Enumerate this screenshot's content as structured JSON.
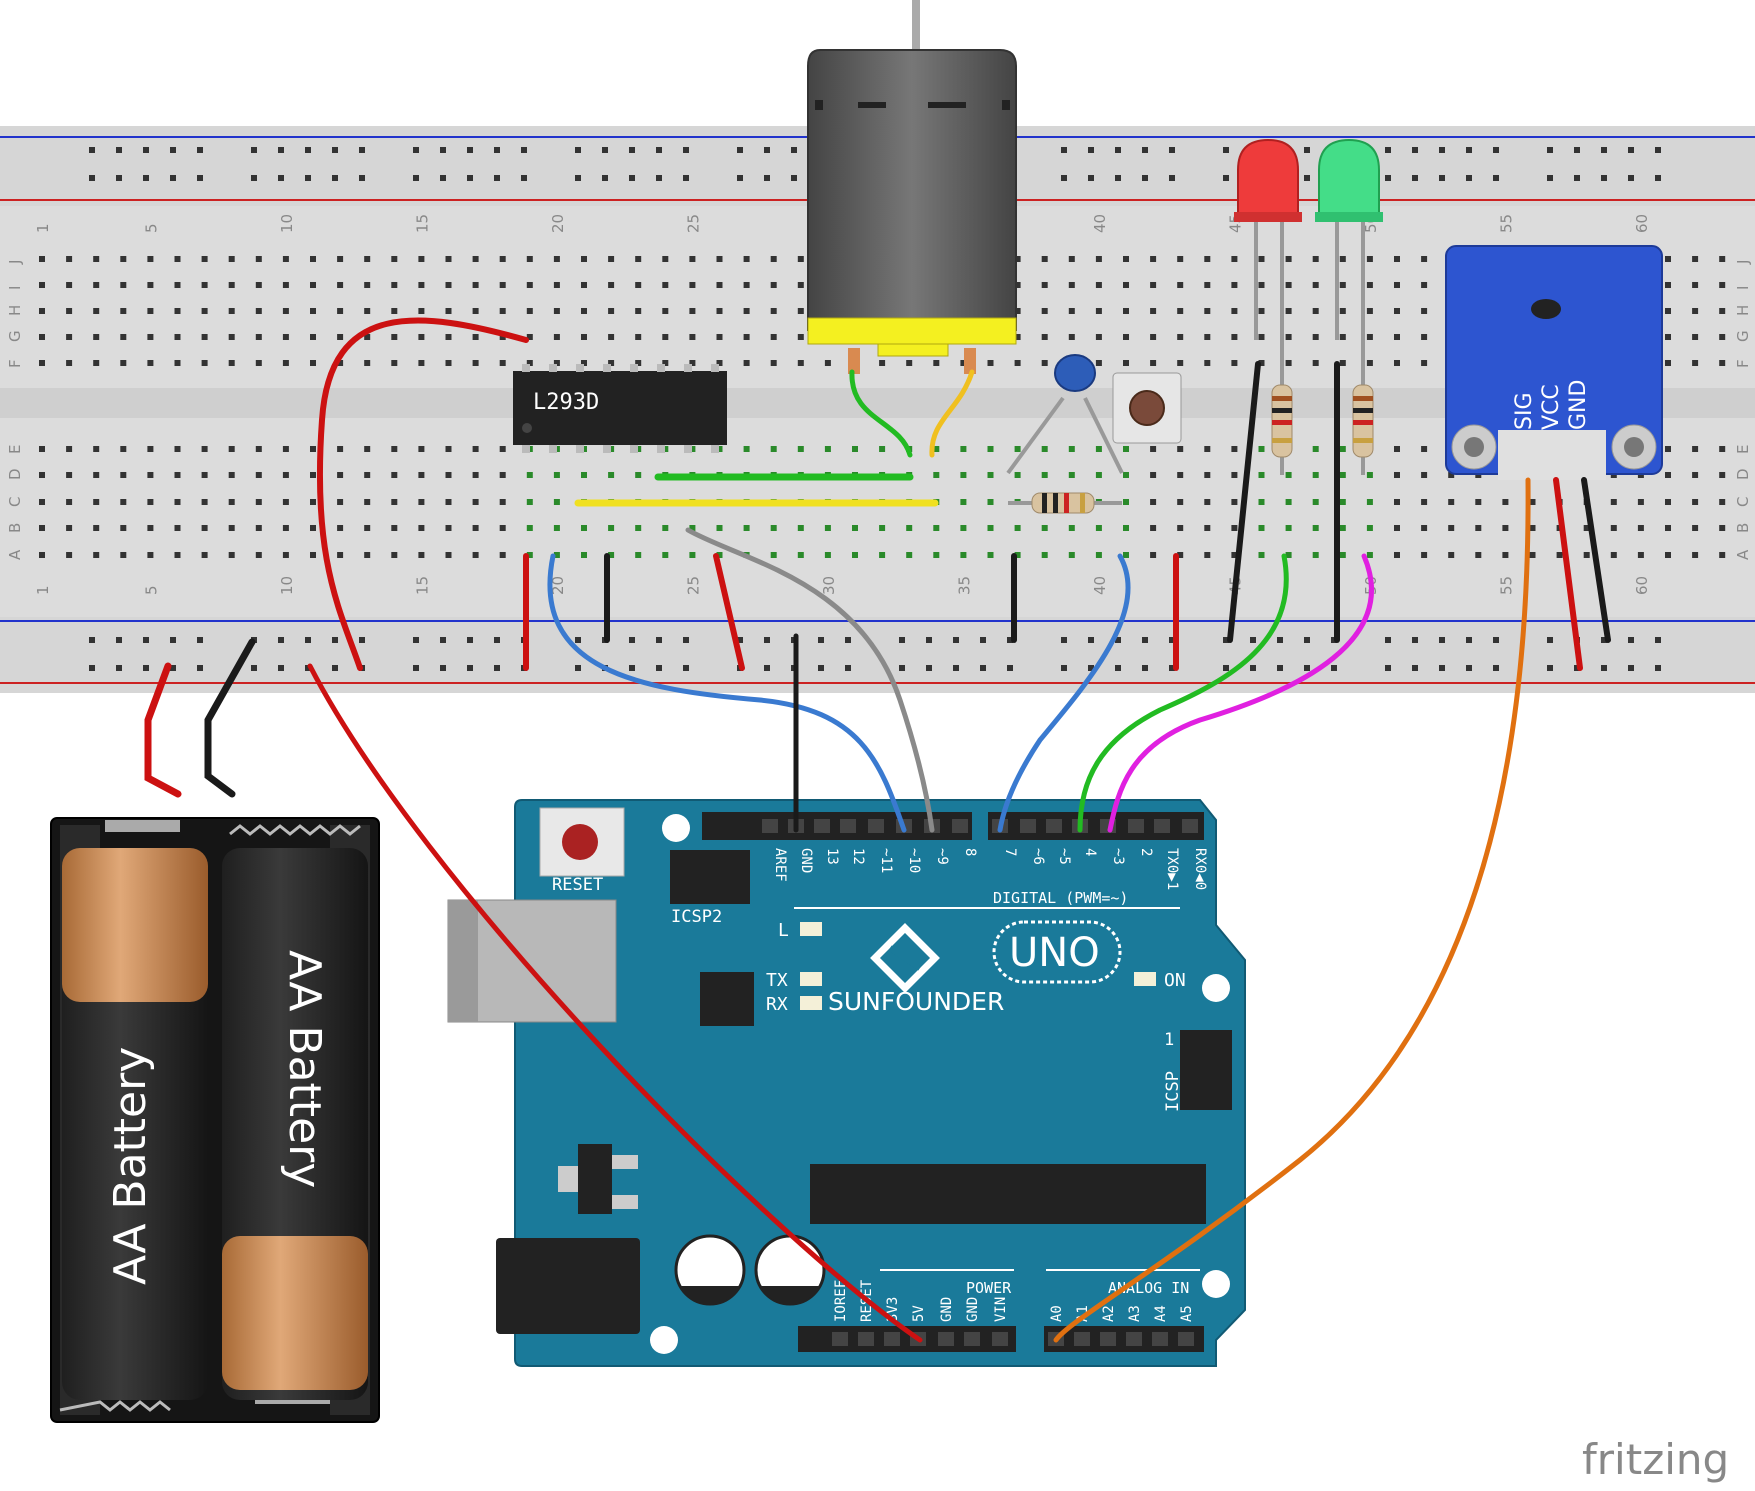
{
  "breadboard": {
    "col_labels": [
      "1",
      "5",
      "10",
      "15",
      "20",
      "25",
      "30",
      "35",
      "40",
      "45",
      "50",
      "55",
      "60"
    ],
    "row_labels_top": [
      "J",
      "I",
      "H",
      "G",
      "F"
    ],
    "row_labels_bottom": [
      "E",
      "D",
      "C",
      "B",
      "A"
    ]
  },
  "chip": {
    "label": "L293D"
  },
  "battery": {
    "cell_label": "AA Battery"
  },
  "module": {
    "pins": [
      "SIG",
      "VCC",
      "GND"
    ]
  },
  "arduino": {
    "reset_label": "RESET",
    "icsp2_label": "ICSP2",
    "icsp_label": "ICSP",
    "icsp_pin1": "1",
    "digital_label": "DIGITAL (PWM=~)",
    "digital_pins": [
      "AREF",
      "GND",
      "13",
      "12",
      "~11",
      "~10",
      "~9",
      "8",
      "7",
      "~6",
      "~5",
      "4",
      "~3",
      "2",
      "TX0▶1",
      "RX0◀0"
    ],
    "led_l": "L",
    "led_tx": "TX",
    "led_rx": "RX",
    "brand": "SUNFOUNDER",
    "model": "UNO",
    "on_label": "ON",
    "power_label": "POWER",
    "power_pins": [
      "IOREF",
      "RESET",
      "3V3",
      "5V",
      "GND",
      "GND",
      "VIN"
    ],
    "analog_label": "ANALOG IN",
    "analog_pins": [
      "A0",
      "A1",
      "A2",
      "A3",
      "A4",
      "A5"
    ]
  },
  "watermark": "fritzing",
  "colors": {
    "board_blue": "#1a7a9a",
    "wire_red": "#cc1111",
    "wire_black": "#1a1a1a",
    "wire_blue": "#3a7ad0",
    "wire_gray": "#8a8a8a",
    "wire_green": "#22bb22",
    "wire_yellow": "#f0e020",
    "wire_magenta": "#e020e0",
    "wire_orange": "#e07010"
  }
}
